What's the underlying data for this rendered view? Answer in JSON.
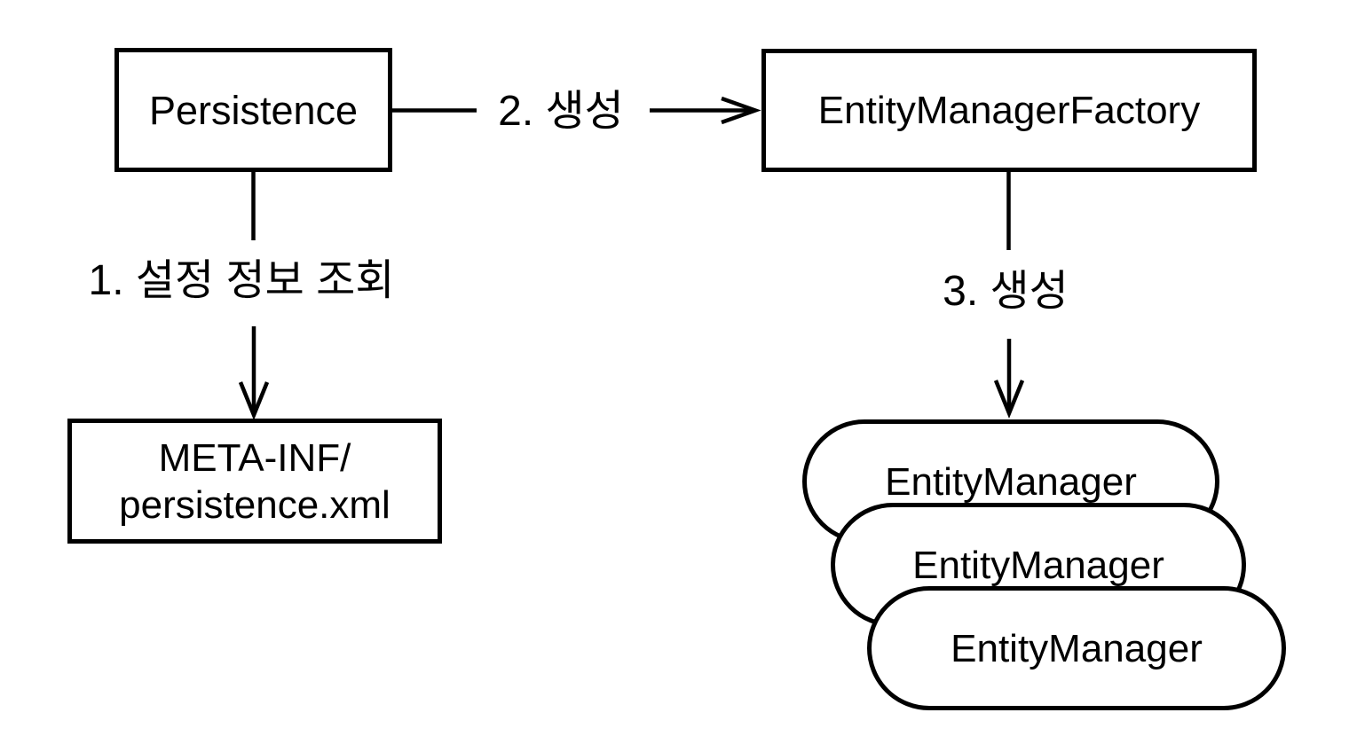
{
  "colors": {
    "background": "#ffffff",
    "stroke": "#000000",
    "node_fill": "#ffffff"
  },
  "nodes": {
    "persistence": {
      "label": "Persistence"
    },
    "entity_manager_factory": {
      "label": "EntityManagerFactory"
    },
    "meta_inf": {
      "line1": "META-INF/",
      "line2": "persistence.xml"
    },
    "entity_managers": [
      {
        "label": "EntityManager"
      },
      {
        "label": "EntityManager"
      },
      {
        "label": "EntityManager"
      }
    ]
  },
  "edges": {
    "step1": {
      "label": "1. 설정 정보 조회",
      "from": "Persistence",
      "to": "META-INF/persistence.xml"
    },
    "step2": {
      "label": "2. 생성",
      "from": "Persistence",
      "to": "EntityManagerFactory"
    },
    "step3": {
      "label": "3. 생성",
      "from": "EntityManagerFactory",
      "to": "EntityManager"
    }
  }
}
